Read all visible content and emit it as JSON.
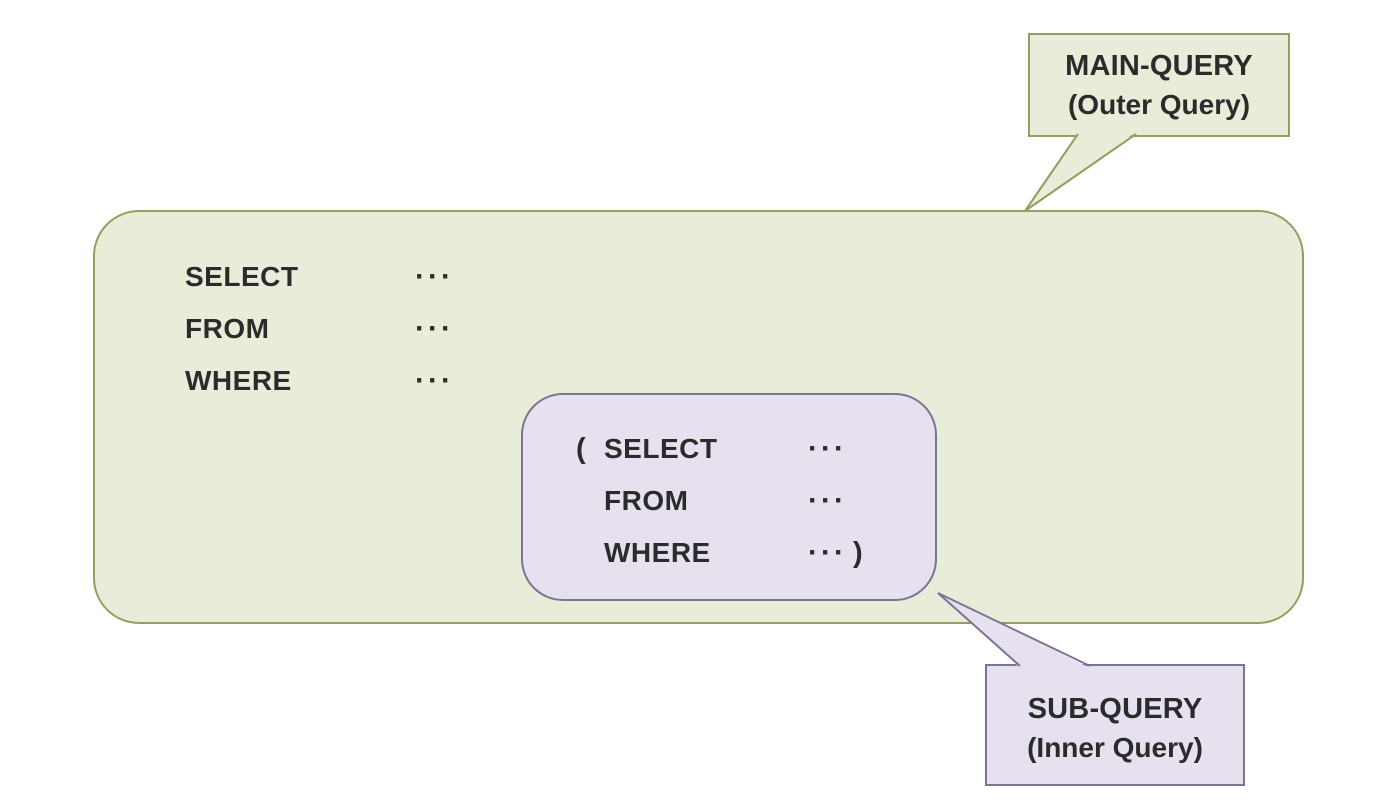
{
  "colors": {
    "main_fill": "#e9ecd9",
    "main_border": "#91a05e",
    "sub_fill": "#e7e0ef",
    "sub_border": "#7b7495",
    "text": "#2b2b2b"
  },
  "main_query": {
    "lines": [
      {
        "keyword": "SELECT",
        "dots": "···"
      },
      {
        "keyword": "FROM",
        "dots": "···"
      },
      {
        "keyword": "WHERE",
        "dots": "···"
      }
    ]
  },
  "sub_query": {
    "lines": [
      {
        "open": "(",
        "keyword": "SELECT",
        "dots": "···",
        "close": ""
      },
      {
        "open": "",
        "keyword": "FROM",
        "dots": "···",
        "close": ""
      },
      {
        "open": "",
        "keyword": "WHERE",
        "dots": "···",
        "close": ")"
      }
    ]
  },
  "callouts": {
    "main": {
      "title": "MAIN-QUERY",
      "subtitle": "(Outer Query)"
    },
    "sub": {
      "title": "SUB-QUERY",
      "subtitle": "(Inner Query)"
    }
  }
}
